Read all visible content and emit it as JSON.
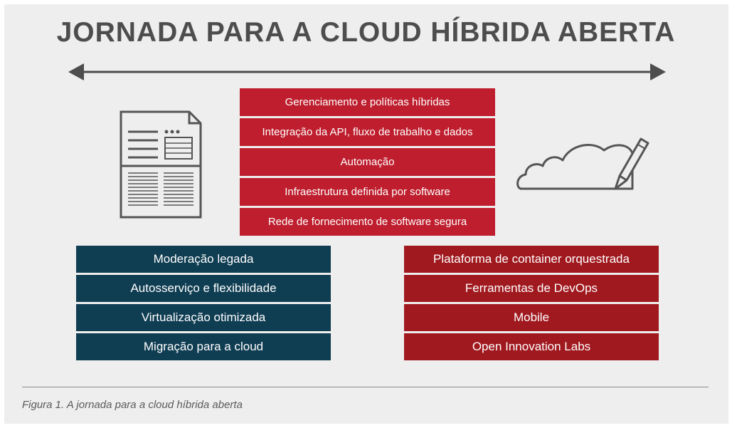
{
  "title": "JORNADA PARA A CLOUD HÍBRIDA ABERTA",
  "center_stack": [
    "Gerenciamento e políticas híbridas",
    "Integração da API, fluxo de trabalho e dados",
    "Automação",
    "Infraestrutura definida por software",
    "Rede de fornecimento de software segura"
  ],
  "left_stack": [
    "Moderação legada",
    "Autosserviço e flexibilidade",
    "Virtualização otimizada",
    "Migração para a cloud"
  ],
  "right_stack": [
    "Plataforma de container orquestrada",
    "Ferramentas de DevOps",
    "Mobile",
    "Open Innovation Labs"
  ],
  "caption": "Figura 1. A jornada para a cloud híbrida aberta",
  "colors": {
    "background": "#eeeeee",
    "title": "#4d4d4d",
    "center_bars": "#be1e2d",
    "left_bars": "#0f3d52",
    "right_bars": "#a0191f",
    "icon_stroke": "#555555"
  },
  "icons": {
    "left": "document-icon",
    "right": "cloud-pencil-icon",
    "arrow": "double-headed-arrow"
  }
}
